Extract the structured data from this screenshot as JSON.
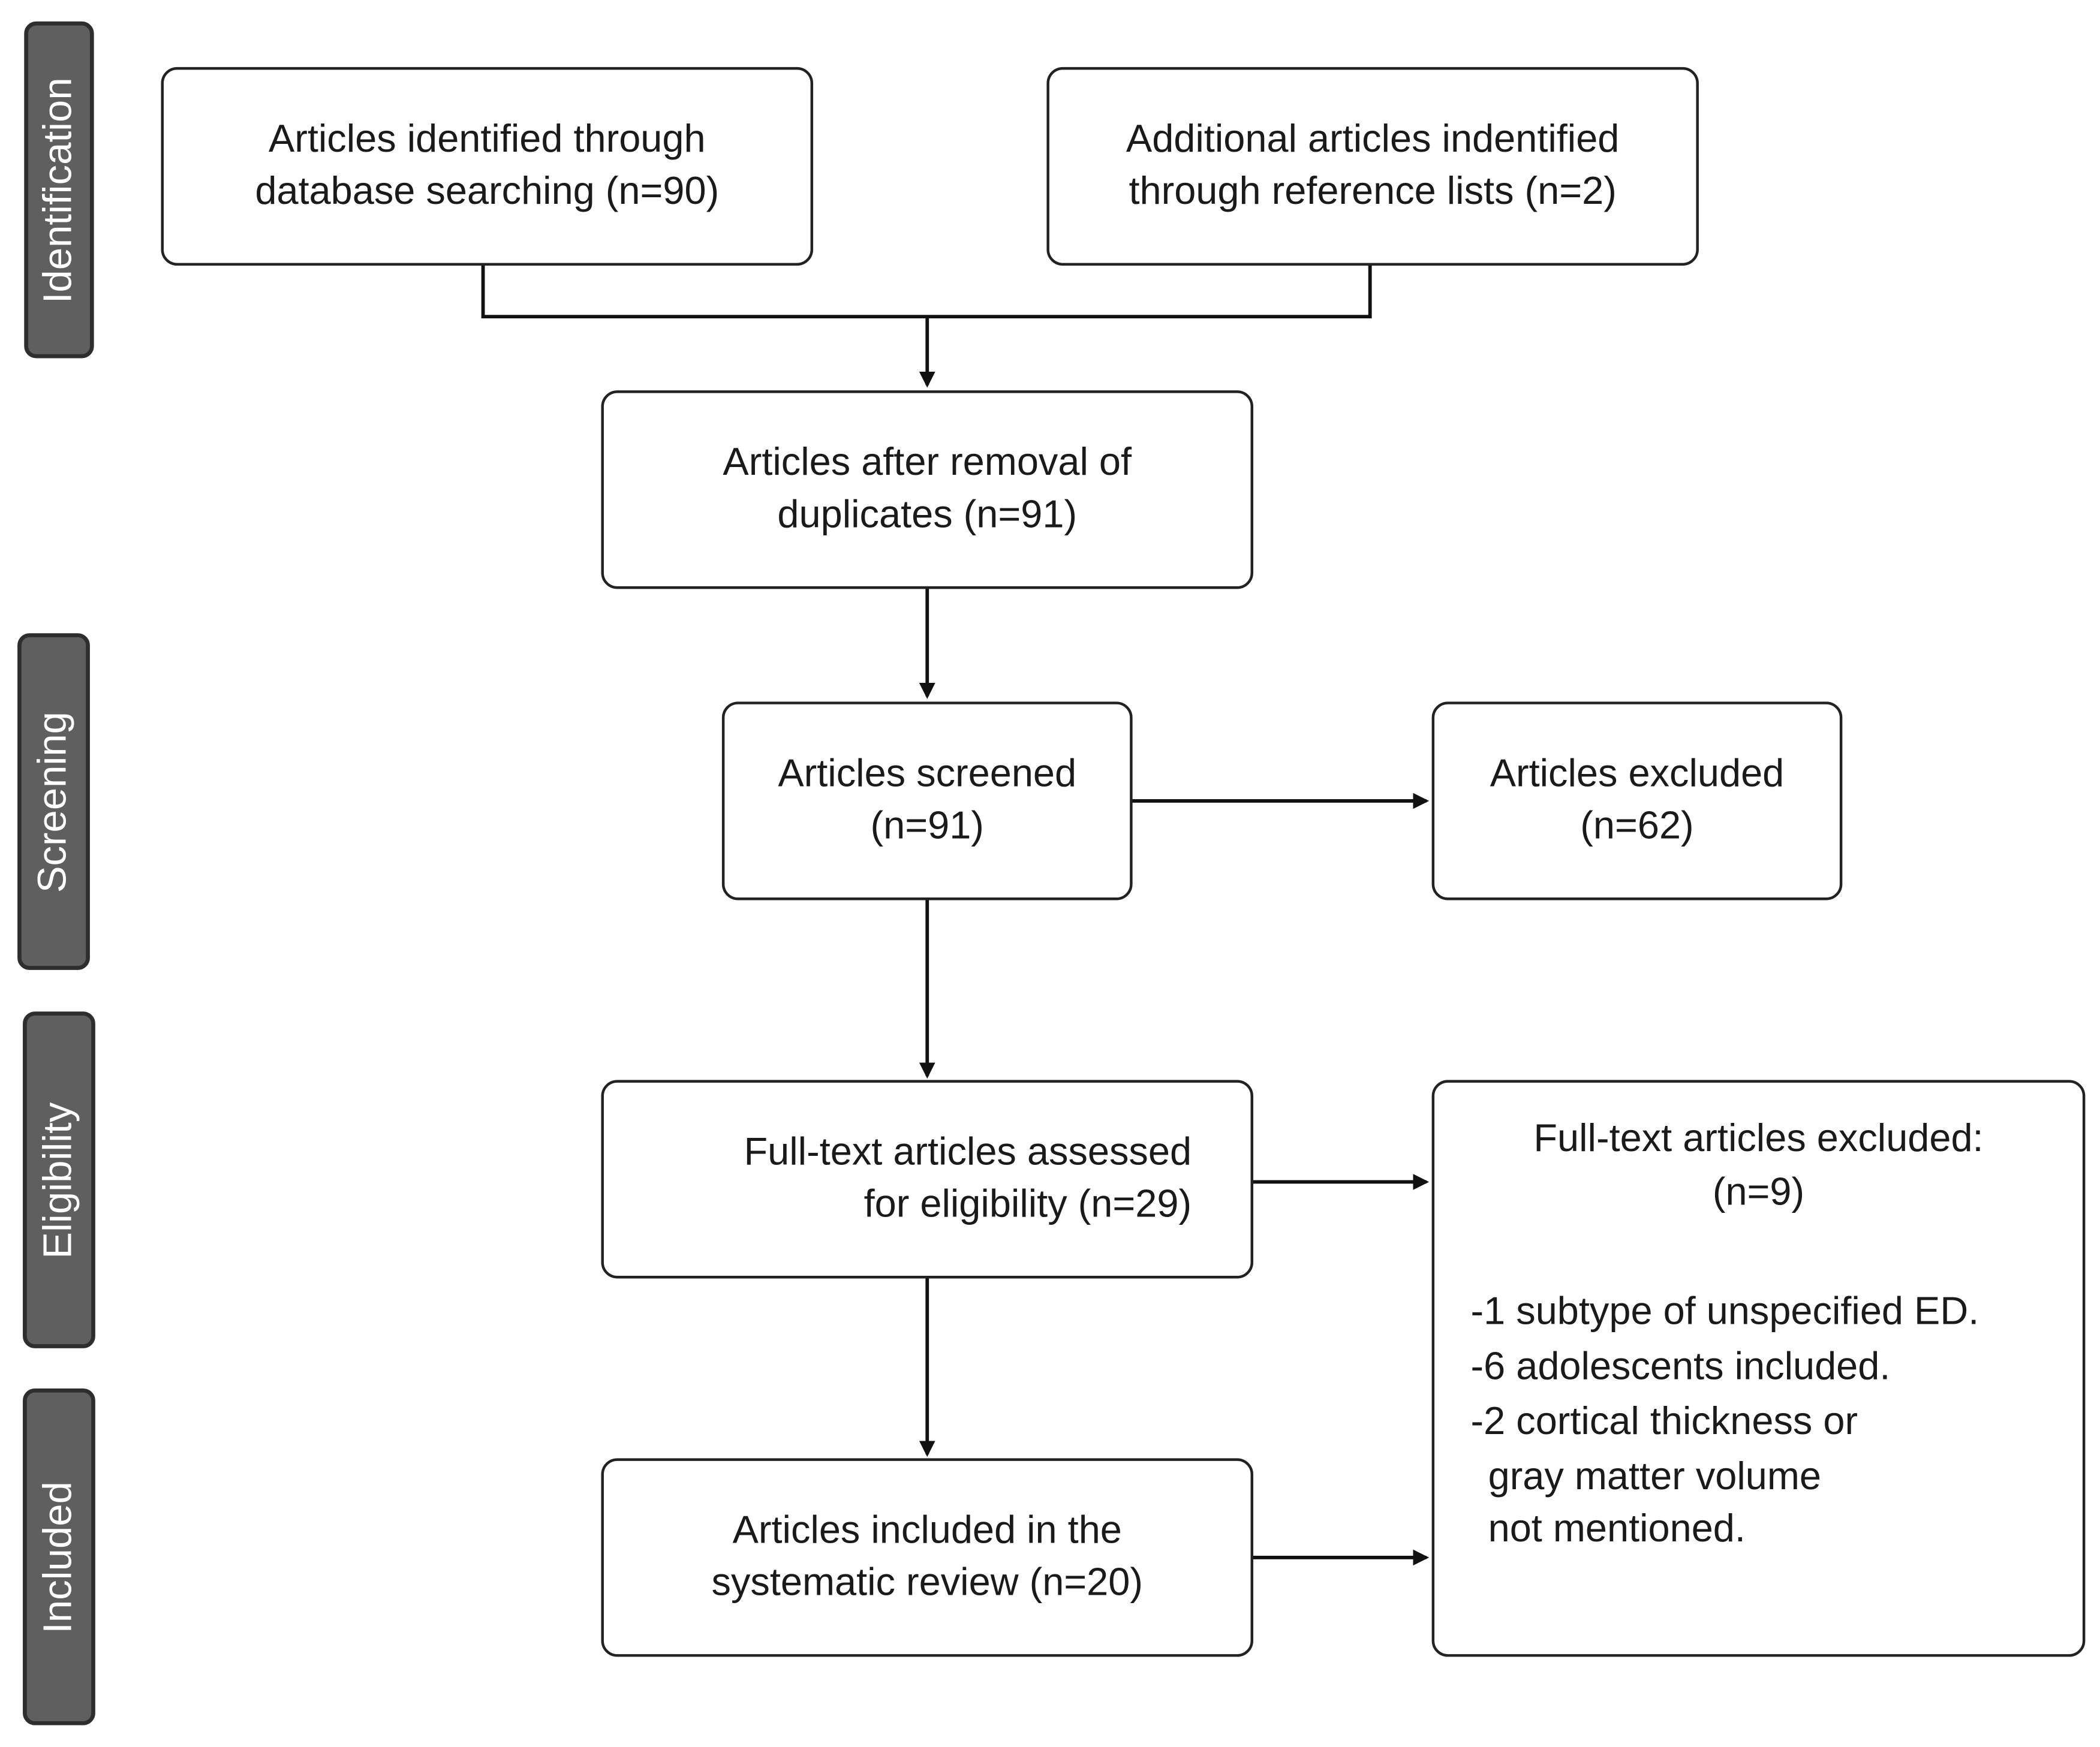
{
  "phases": {
    "identification": "Identification",
    "screening": "Screening",
    "eligibility": "Eligibility",
    "included": "Included"
  },
  "boxes": {
    "database_search": {
      "line1": "Articles identified through",
      "line2": "database searching (n=90)"
    },
    "reference_lists": {
      "line1": "Additional articles indentified",
      "line2": "through reference lists (n=2)"
    },
    "after_duplicates": {
      "line1": "Articles after removal of",
      "line2": "duplicates (n=91)"
    },
    "screened": {
      "line1": "Articles screened",
      "line2": "(n=91)"
    },
    "excluded": {
      "line1": "Articles excluded",
      "line2": "(n=62)"
    },
    "full_text_assessed": {
      "line1": "Full-text articles assessed",
      "line2": "for eligibility (n=29)"
    },
    "included": {
      "line1": "Articles included in the",
      "line2": "systematic review (n=20)"
    },
    "full_text_excluded": {
      "title": "Full-text articles excluded:",
      "count": "(n=9)",
      "reasons": [
        "-1 subtype of unspecified ED.",
        "-6 adolescents included.",
        "-2 cortical thickness or",
        "gray matter volume",
        "not mentioned."
      ]
    }
  }
}
